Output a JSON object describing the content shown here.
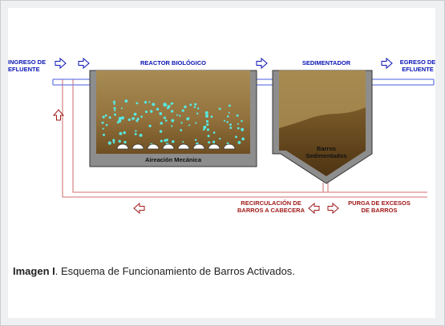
{
  "diagram": {
    "labels": {
      "ingreso_line1": "INGRESO DE",
      "ingreso_line2": "EFLUENTE",
      "reactor": "REACTOR BIOLÓGICO",
      "sedimentador": "SEDIMENTADOR",
      "egreso_line1": "EGRESO DE",
      "egreso_line2": "EFLUENTE",
      "aireacion": "Aireación Mecánica",
      "barros_line1": "Barros",
      "barros_line2": "Sedimentados",
      "recirc_line1": "RECIRCULACIÓN DE",
      "recirc_line2": "BARROS  A CABECERA",
      "purga_line1": "PURGA DE EXCESOS",
      "purga_line2": "DE BARROS"
    },
    "colors": {
      "flow_blue": "#0a14b4",
      "return_red": "#a01818",
      "pipe_blue": "#6e7ee6",
      "pipe_red": "#d98c8c",
      "tank_gray": "#8d8d8d",
      "liquid_top": "#a88c54",
      "liquid_bottom": "#6a4a1e",
      "bubble": "#58e8e0"
    }
  },
  "caption": {
    "bold": "Imagen I",
    "text": ". Esquema de Funcionamiento de Barros Activados."
  }
}
